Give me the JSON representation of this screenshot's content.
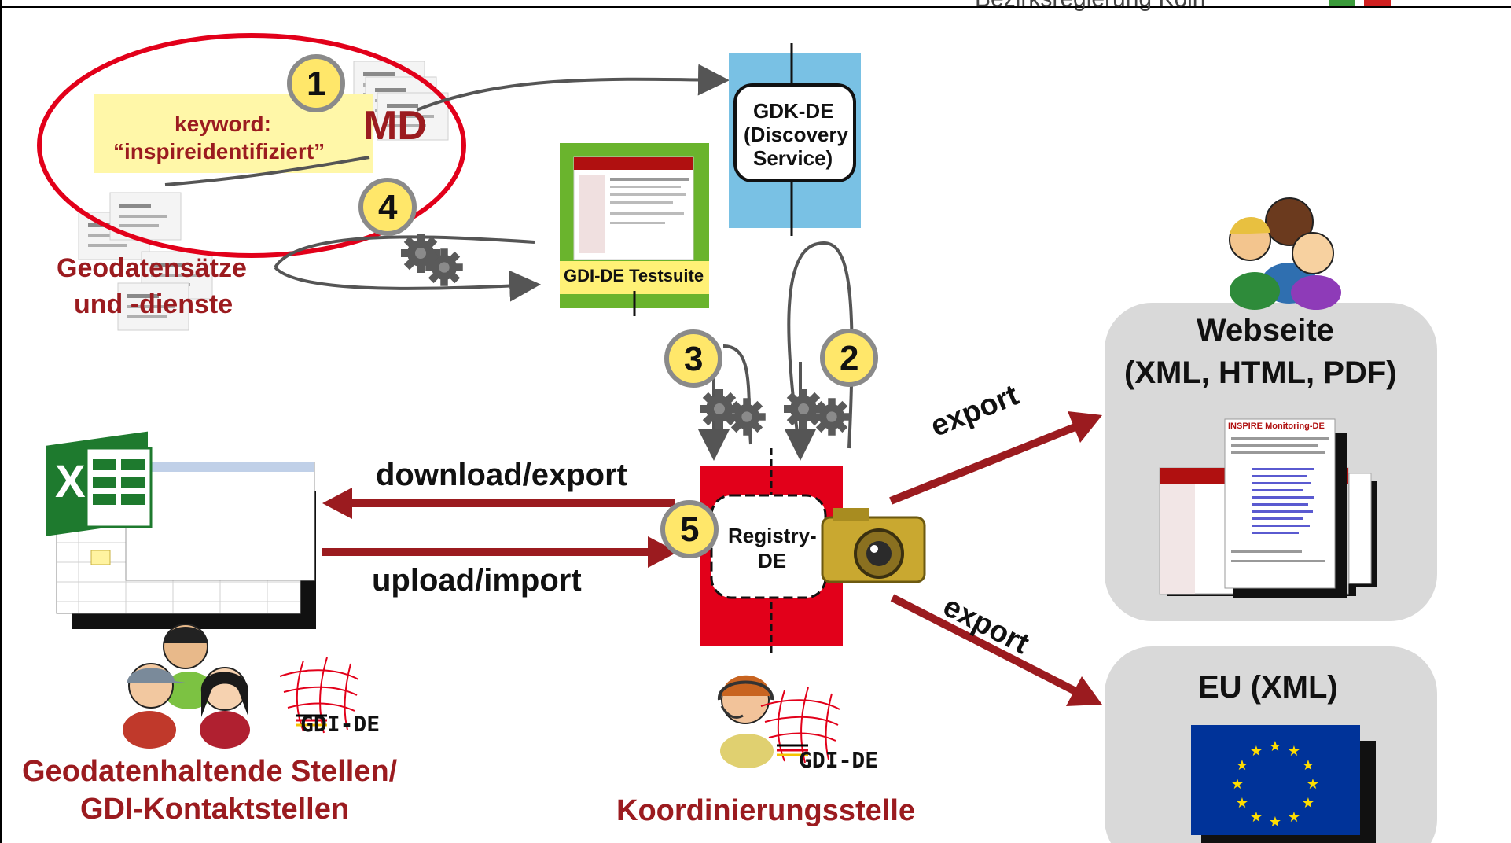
{
  "header": {
    "text": "Bezirksregierung Köln"
  },
  "metadata": {
    "md_label": "MD",
    "keyword_line1": "keyword:",
    "keyword_line2": "“inspireidentifiziert”"
  },
  "geodata": {
    "line1": "Geodatensätze",
    "line2": "und -dienste"
  },
  "gdk": {
    "line1": "GDK-DE",
    "line2": "(Discovery",
    "line3": "Service)"
  },
  "testsuite": {
    "label": "GDI-DE Testsuite"
  },
  "registry": {
    "line1": "Registry-",
    "line2": "DE"
  },
  "arrows": {
    "download": "download/export",
    "upload": "upload/import",
    "export1": "export",
    "export2": "export"
  },
  "badges": {
    "b1": "1",
    "b2": "2",
    "b3": "3",
    "b4": "4",
    "b5": "5"
  },
  "website": {
    "title1": "Webseite",
    "title2": "(XML, HTML, PDF)",
    "page_title": "INSPIRE Monitoring-DE"
  },
  "eu": {
    "title": "EU (XML)"
  },
  "gdi_logo": {
    "text": "GDI-DE"
  },
  "actors": {
    "left_line1": "Geodatenhaltende Stellen/",
    "left_line2": "GDI-Kontaktstellen",
    "center": "Koordinierungsstelle"
  },
  "colors": {
    "dark_red": "#9b1b1f",
    "badge_yellow": "#ffe76a",
    "gdk_blue": "#79c1e4",
    "registry_red": "#e2001a",
    "keyword_bg": "#fff7a8",
    "panel_gray": "#d9d9d9",
    "eu_blue": "#003399",
    "eu_star": "#ffdd00"
  }
}
